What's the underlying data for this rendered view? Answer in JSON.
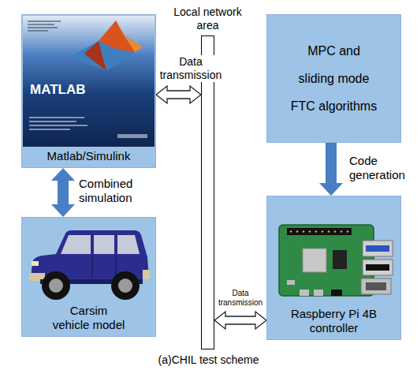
{
  "diagram": {
    "caption": "(a)CHIL test scheme",
    "nodes": [
      {
        "text": [
          "Matlab/Simulink"
        ]
      },
      {
        "text": [
          "Local network area"
        ]
      },
      {
        "text": [
          "MPC and sliding mode FTC algorithms"
        ]
      },
      {
        "text": [
          "Carsim vehicle model"
        ]
      },
      {
        "text": [
          "Raspberry Pi 4B controller"
        ]
      }
    ],
    "edges": [
      {
        "from": 0,
        "to": 1,
        "arrow": "both",
        "label": "Data transmission"
      },
      {
        "from": 0,
        "to": 3,
        "arrow": "both",
        "label": "Combined simulation"
      },
      {
        "from": 2,
        "to": 4,
        "arrow": "to",
        "label": "Code generation"
      },
      {
        "from": 1,
        "to": 4,
        "arrow": "both",
        "label": "Data transmission"
      }
    ],
    "labels": [
      "MATLAB"
    ]
  }
}
